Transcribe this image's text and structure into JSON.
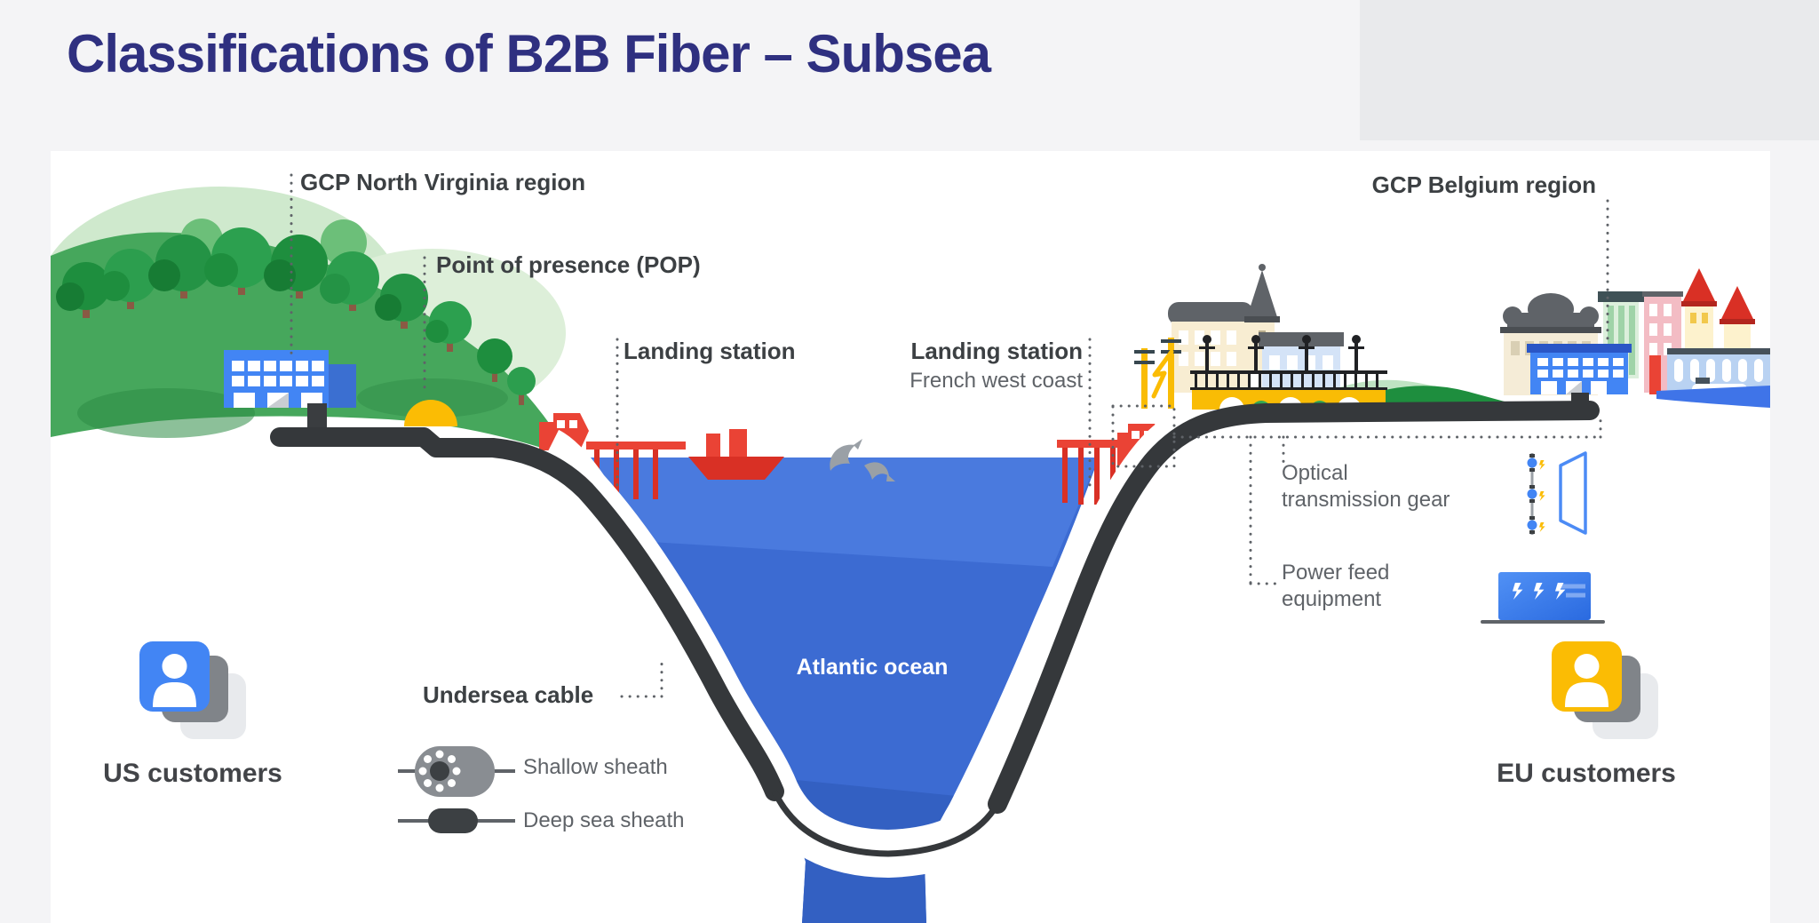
{
  "title": "Classifications of B2B Fiber – Subsea",
  "diagram": {
    "regions": {
      "gcp_nv": "GCP North Virginia region",
      "pop": "Point of presence (POP)",
      "landing_left": "Landing station",
      "landing_right_1": "Landing station",
      "landing_right_2": "French west coast",
      "gcp_be": "GCP Belgium region"
    },
    "equipment": {
      "optical_1": "Optical",
      "optical_2": "transmission gear",
      "power_1": "Power feed",
      "power_2": "equipment"
    },
    "ocean_label": "Atlantic ocean",
    "cable": {
      "undersea": "Undersea cable",
      "shallow": "Shallow sheath",
      "deep": "Deep sea sheath"
    },
    "customers": {
      "us": "US customers",
      "eu": "EU customers"
    },
    "colors": {
      "google_blue": "#4285f4",
      "google_red": "#ea4335",
      "google_yellow": "#fbbc04",
      "google_green": "#34a853",
      "ocean_blue": "#3c6bd2",
      "cable_black": "#3a3d40",
      "title_navy": "#2f3080"
    }
  }
}
